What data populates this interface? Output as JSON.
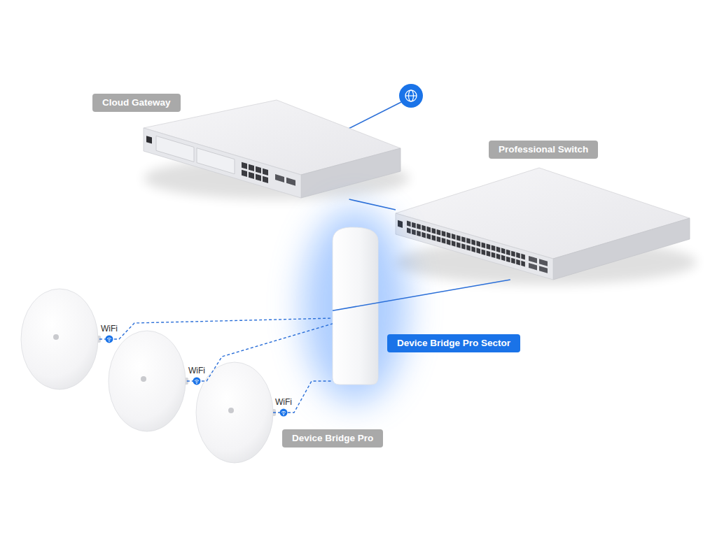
{
  "diagram": {
    "nodes": [
      {
        "text": [
          "Cloud Gateway"
        ]
      },
      {
        "text": [
          "Professional Switch"
        ]
      },
      {
        "text": [
          "Device Bridge Pro Sector"
        ]
      },
      {
        "text": [
          "Device Bridge Pro"
        ]
      }
    ],
    "edges": [
      {
        "from": 0,
        "to": 1,
        "arrow": "none"
      },
      {
        "from": 1,
        "to": 2,
        "arrow": "none"
      },
      {
        "from": 3,
        "to": 2,
        "label": "WiFi",
        "arrow": "none"
      },
      {
        "from": 3,
        "to": 2,
        "label": "WiFi",
        "arrow": "none"
      },
      {
        "from": 3,
        "to": 2,
        "label": "WiFi",
        "arrow": "none"
      }
    ]
  }
}
